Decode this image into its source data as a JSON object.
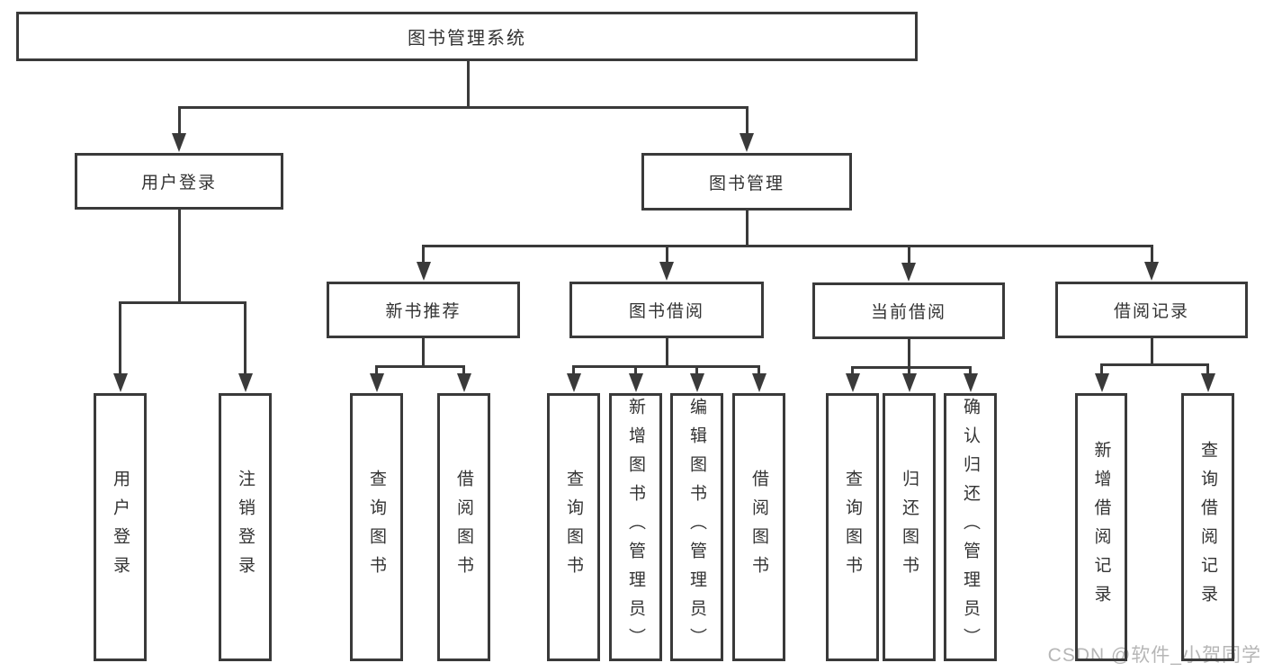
{
  "diagram": {
    "root": {
      "label": "图书管理系统"
    },
    "branches": [
      {
        "id": "user-login",
        "label": "用户登录",
        "children": [
          "用户登录",
          "注销登录"
        ]
      },
      {
        "id": "book-mgmt",
        "label": "图书管理",
        "children": []
      }
    ],
    "modules": [
      {
        "id": "new-books",
        "label": "新书推荐",
        "children": [
          "查询图书",
          "借阅图书"
        ]
      },
      {
        "id": "book-borrow",
        "label": "图书借阅",
        "children": [
          "查询图书",
          "新增图书（管理员）",
          "编辑图书（管理员）",
          "借阅图书"
        ]
      },
      {
        "id": "current-borrow",
        "label": "当前借阅",
        "children": [
          "查询图书",
          "归还图书",
          "确认归还（管理员）"
        ]
      },
      {
        "id": "borrow-records",
        "label": "借阅记录",
        "children": [
          "新增借阅记录",
          "查询借阅记录"
        ]
      }
    ],
    "watermark": "CSDN @软件_小贺同学",
    "colors": {
      "line": "#3a3a3a",
      "text": "#333333",
      "watermark_text": "#b6b6b6",
      "background": "#ffffff"
    }
  }
}
